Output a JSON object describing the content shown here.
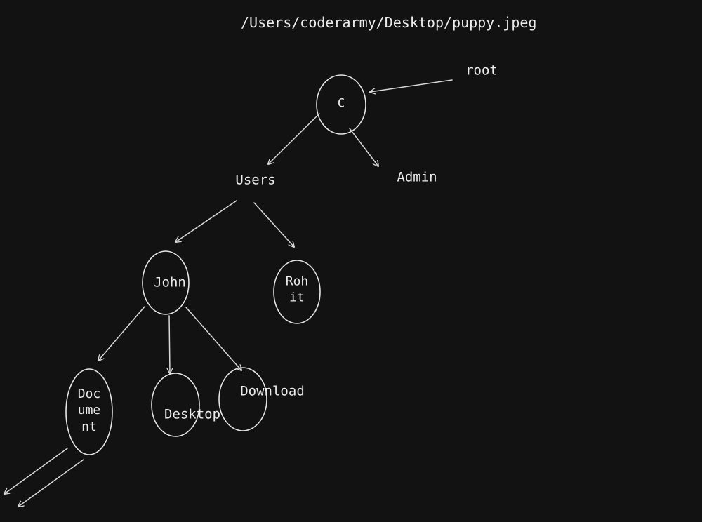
{
  "path_title": "/Users/coderarmy/Desktop/puppy.jpeg",
  "labels": {
    "root": "root",
    "c": "C",
    "users": "Users",
    "admin": "Admin",
    "john": "John",
    "rohit": "Roh\nit",
    "document": "Doc\nume\nnt",
    "desktop": "Desktop",
    "download": "Download"
  },
  "colors": {
    "background": "#121212",
    "stroke": "#e6e6e6",
    "text": "#ececec"
  }
}
